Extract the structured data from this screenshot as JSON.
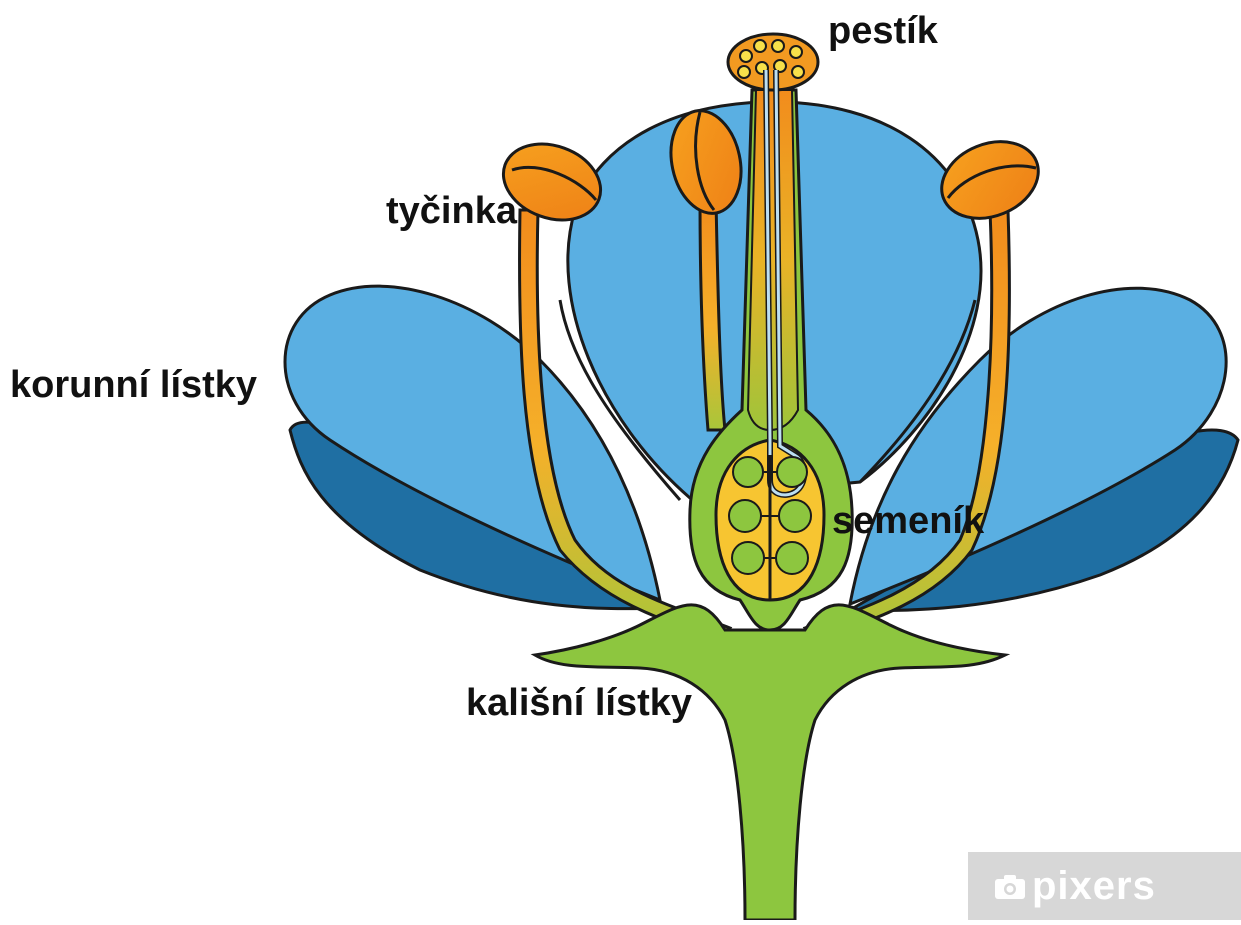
{
  "labels": {
    "pistil": "pestík",
    "stamen": "tyčinka",
    "petals": "korunní lístky",
    "ovary": "semeník",
    "sepals": "kališní lístky"
  },
  "watermark": {
    "text": "pixers",
    "icon": "camera-icon"
  },
  "colors": {
    "petal": "#5aafe2",
    "petal_shadow": "#1f6fa3",
    "stamen_orange": "#f29a21",
    "stamen_yellow": "#f7c531",
    "stem_green": "#8dc63f",
    "ovule_green": "#8dc63f",
    "outline": "#1a1a1a"
  }
}
